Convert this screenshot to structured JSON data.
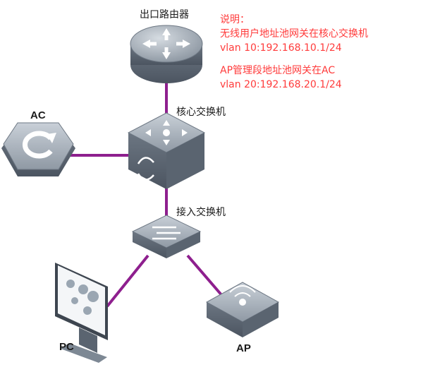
{
  "devices": {
    "router": {
      "label": "出口路由器",
      "icon": "router-icon"
    },
    "core_switch": {
      "label": "核心交换机",
      "icon": "core-switch-icon"
    },
    "ac": {
      "label": "AC",
      "icon": "wireless-controller-icon"
    },
    "access_switch": {
      "label": "接入交换机",
      "icon": "access-switch-icon"
    },
    "pc": {
      "label": "PC",
      "icon": "pc-monitor-icon"
    },
    "ap": {
      "label": "AP",
      "icon": "access-point-icon"
    }
  },
  "links": [
    {
      "from": "router",
      "to": "core_switch"
    },
    {
      "from": "ac",
      "to": "core_switch"
    },
    {
      "from": "core_switch",
      "to": "access_switch"
    },
    {
      "from": "access_switch",
      "to": "pc"
    },
    {
      "from": "access_switch",
      "to": "ap"
    }
  ],
  "note": {
    "title": "说明：",
    "line1": "无线用户地址池网关在核心交换机",
    "line2": "vlan 10:192.168.10.1/24",
    "line3": "AP管理段地址池网关在AC",
    "line4": "vlan 20:192.168.20.1/24"
  },
  "colors": {
    "link": "#8e1f8e",
    "note_text": "#ff3b3b",
    "device_body": "#7d8894"
  }
}
